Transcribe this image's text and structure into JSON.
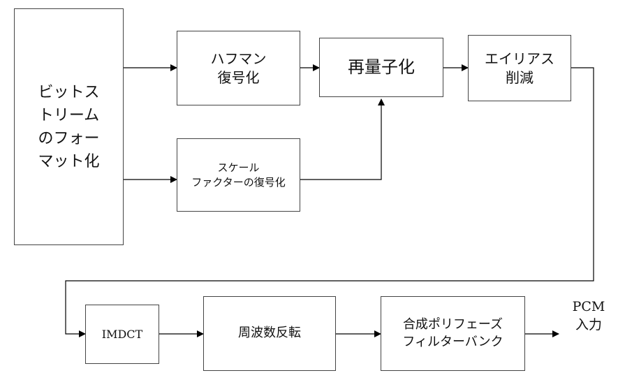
{
  "nodes": {
    "bitstream": "ビットス\nトリーム\nのフォー\nマット化",
    "huffman": "ハフマン\n復号化",
    "scalefactor": "スケール\nファクターの復号化",
    "requant": "再量子化",
    "alias": "エイリアス\n削減",
    "imdct": "IMDCT",
    "freqinv": "周波数反転",
    "synth": "合成ポリフェーズ\nフィルターバンク"
  },
  "output": "PCM\n入力"
}
